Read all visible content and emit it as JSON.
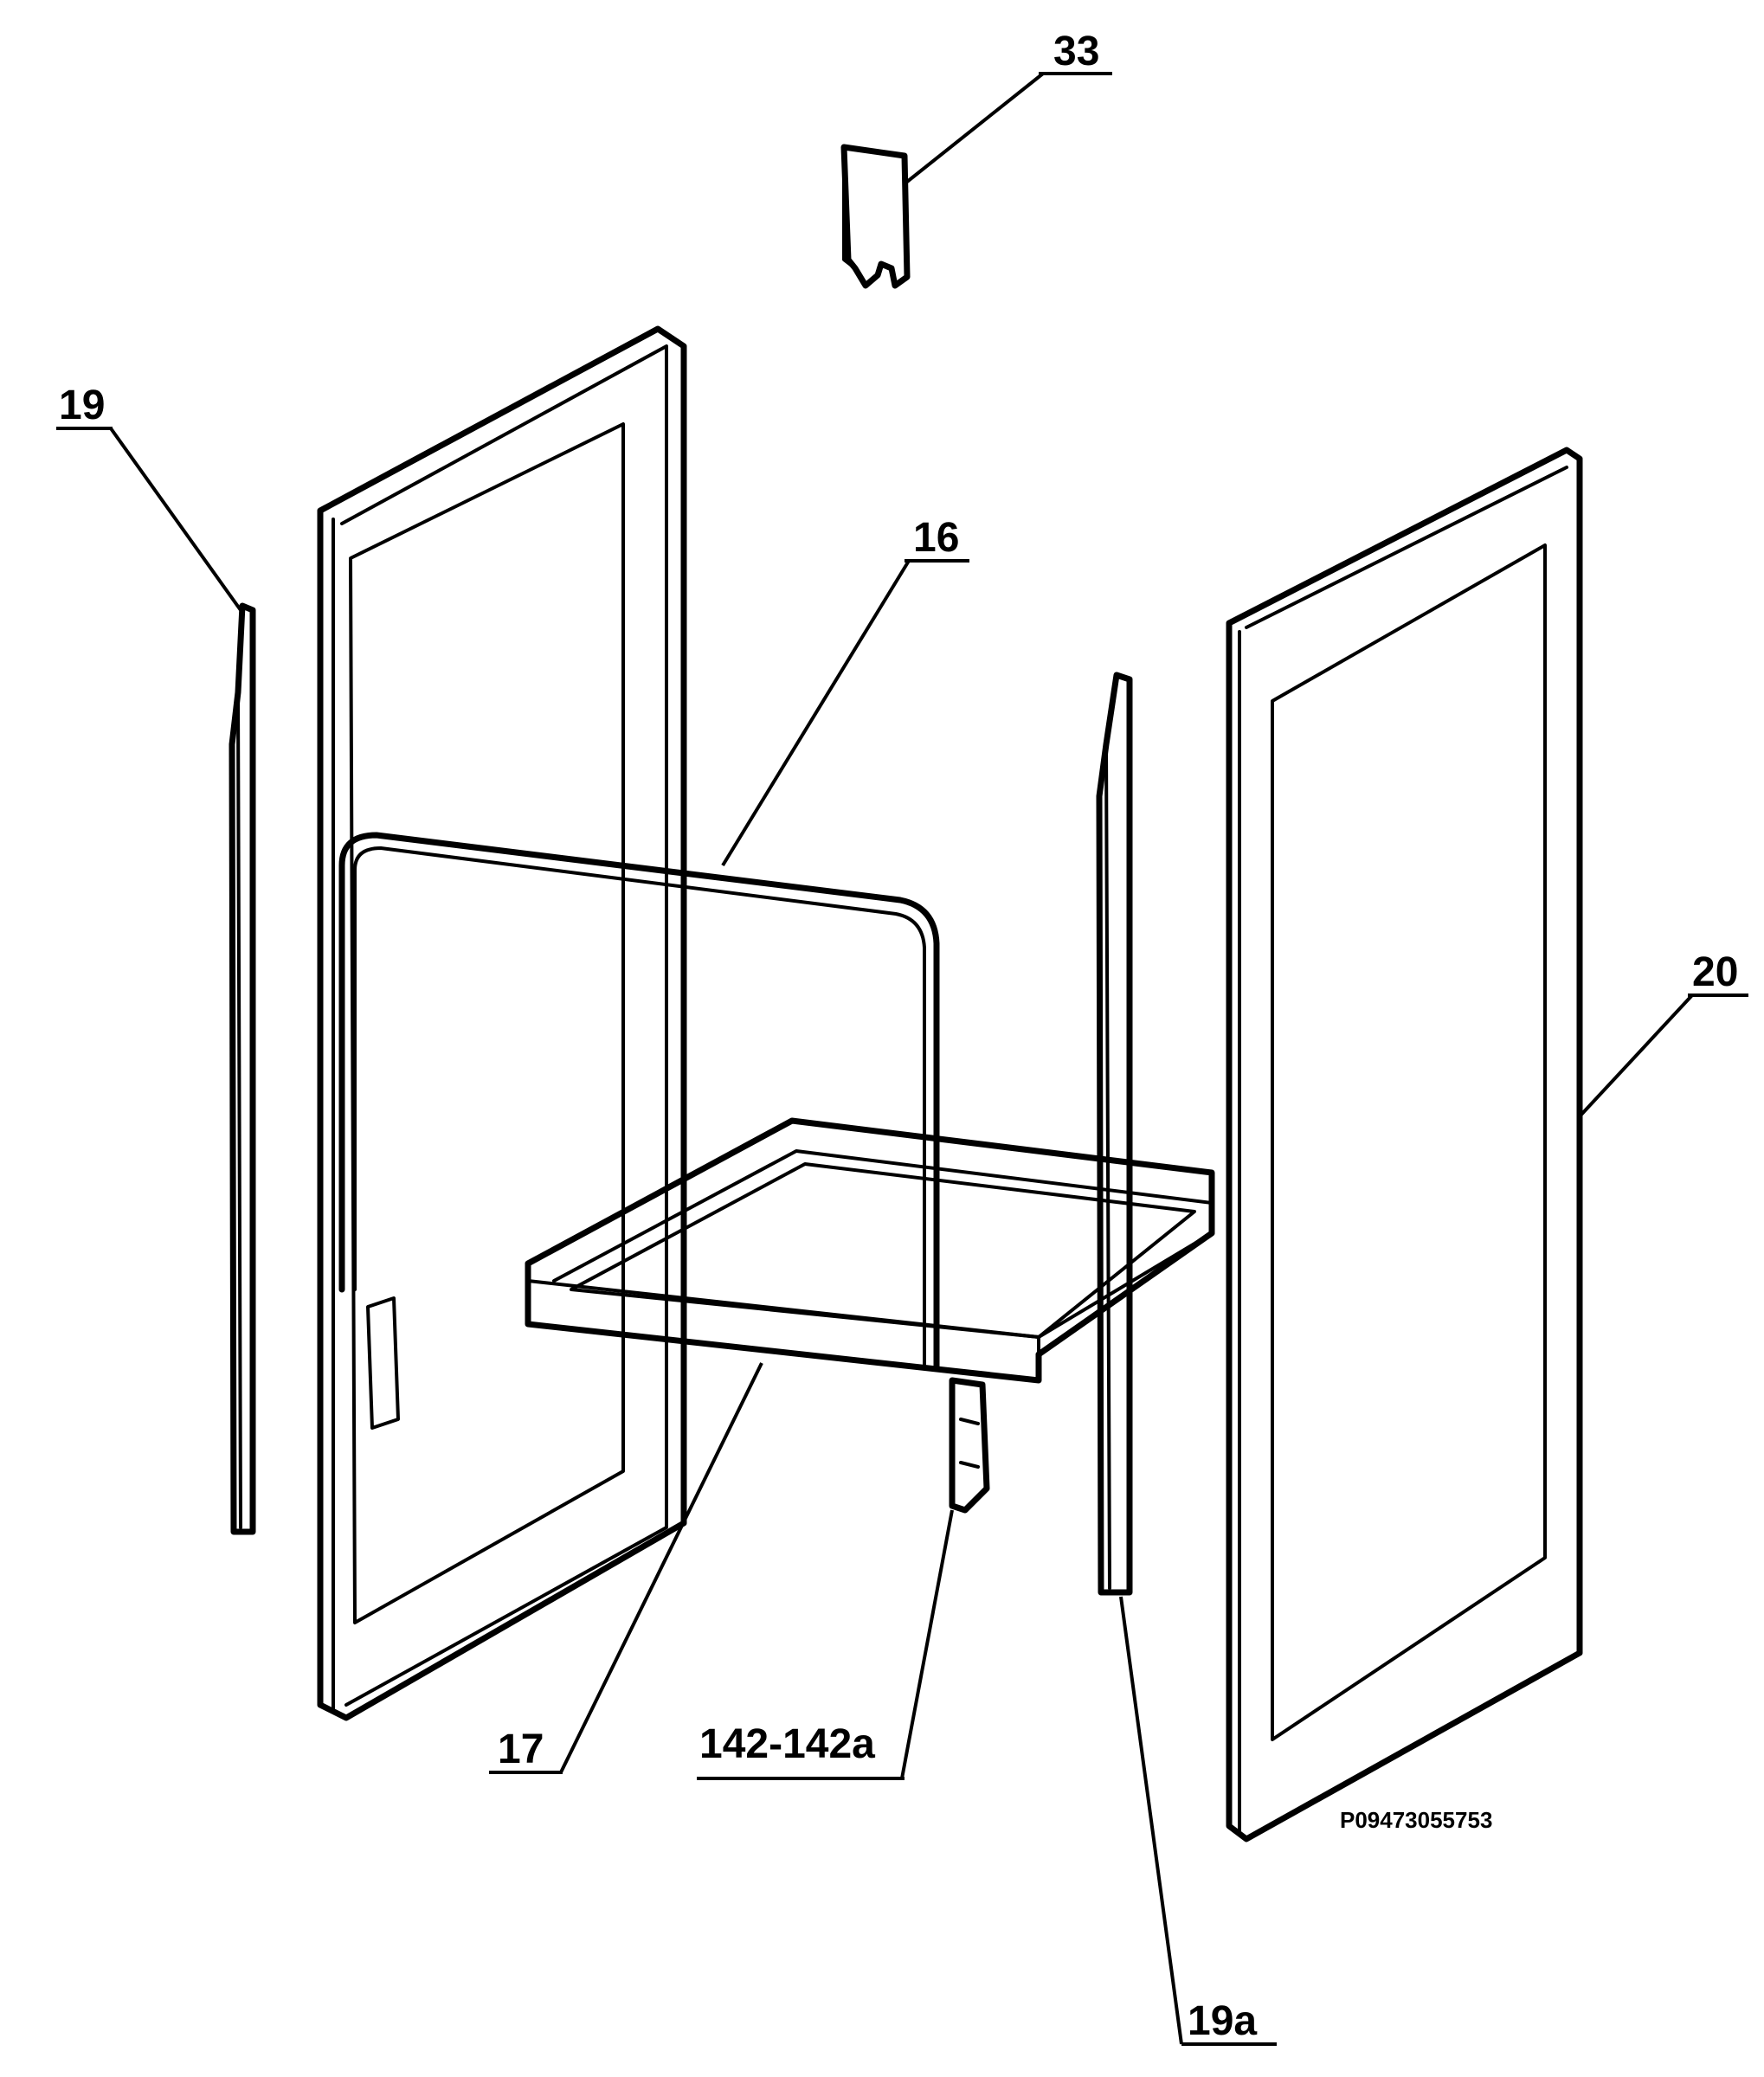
{
  "labels": {
    "l33": "33",
    "l19": "19",
    "l16": "16",
    "l20": "20",
    "l17": "17",
    "l142": "142-142a",
    "l19a": "19a"
  },
  "drawing_code": "P09473055753"
}
